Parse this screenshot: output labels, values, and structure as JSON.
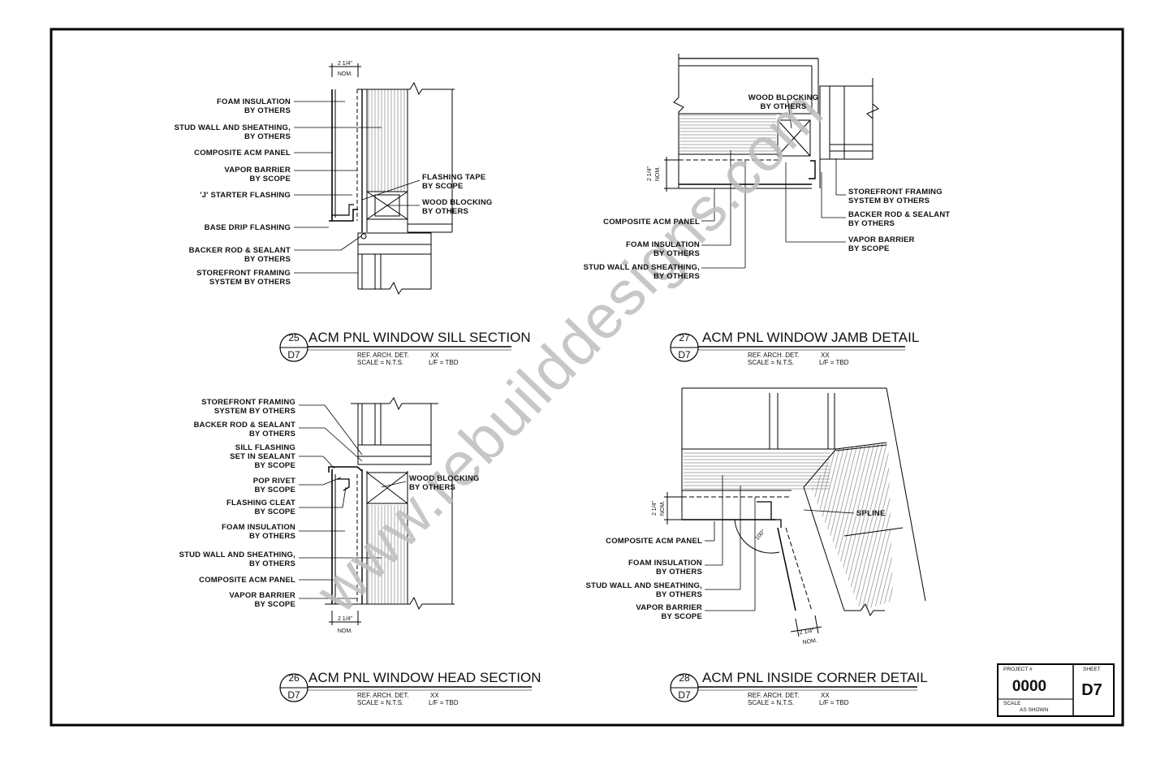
{
  "watermark": "www.rebuilddesigns.com",
  "details": [
    {
      "num": "25",
      "sheet": "D7",
      "title": "ACM PNL WINDOW SILL SECTION",
      "ref_label": "REF. ARCH. DET.",
      "ref_value": "XX",
      "scale_label": "SCALE = N.T.S.",
      "lf_label": "L/F = TBD",
      "dim": "2 1/4\"",
      "dim_sub": "NOM.",
      "labels_left": [
        [
          "FOAM INSULATION",
          "BY OTHERS"
        ],
        [
          "STUD WALL AND SHEATHING,",
          "BY OTHERS"
        ],
        [
          "COMPOSITE ACM PANEL"
        ],
        [
          "VAPOR BARRIER",
          "BY SCOPE"
        ],
        [
          "'J' STARTER FLASHING"
        ],
        [
          "BASE DRIP FLASHING"
        ],
        [
          "BACKER ROD & SEALANT",
          "BY OTHERS"
        ],
        [
          "STOREFRONT FRAMING",
          "SYSTEM BY OTHERS"
        ]
      ],
      "labels_right": [
        [
          "FLASHING TAPE",
          "BY SCOPE"
        ],
        [
          "WOOD BLOCKING",
          "BY OTHERS"
        ]
      ]
    },
    {
      "num": "27",
      "sheet": "D7",
      "title": "ACM PNL WINDOW JAMB DETAIL",
      "ref_label": "REF. ARCH. DET.",
      "ref_value": "XX",
      "scale_label": "SCALE = N.T.S.",
      "lf_label": "L/F = TBD",
      "dim": "2 1/4\"",
      "dim_sub": "NOM.",
      "labels_left": [
        [
          "COMPOSITE ACM PANEL"
        ],
        [
          "FOAM INSULATION",
          "BY OTHERS"
        ],
        [
          "STUD WALL AND SHEATHING,",
          "BY OTHERS"
        ]
      ],
      "labels_top": [
        [
          "WOOD BLOCKING",
          "BY OTHERS"
        ]
      ],
      "labels_right": [
        [
          "STOREFRONT FRAMING",
          "SYSTEM BY OTHERS"
        ],
        [
          "BACKER ROD & SEALANT",
          "BY OTHERS"
        ],
        [
          "VAPOR BARRIER",
          "BY SCOPE"
        ]
      ]
    },
    {
      "num": "26",
      "sheet": "D7",
      "title": "ACM PNL WINDOW HEAD SECTION",
      "ref_label": "REF. ARCH. DET.",
      "ref_value": "XX",
      "scale_label": "SCALE = N.T.S.",
      "lf_label": "L/F = TBD",
      "dim": "2 1/4\"",
      "dim_sub": "NOM.",
      "labels_left": [
        [
          "STOREFRONT FRAMING",
          "SYSTEM BY OTHERS"
        ],
        [
          "BACKER ROD & SEALANT",
          "BY OTHERS"
        ],
        [
          "SILL FLASHING",
          "SET IN SEALANT",
          "BY SCOPE"
        ],
        [
          "POP RIVET",
          "BY SCOPE"
        ],
        [
          "FLASHING CLEAT",
          "BY SCOPE"
        ],
        [
          "FOAM INSULATION",
          "BY OTHERS"
        ],
        [
          "STUD WALL AND SHEATHING,",
          "BY OTHERS"
        ],
        [
          "COMPOSITE ACM PANEL"
        ],
        [
          "VAPOR BARRIER",
          "BY SCOPE"
        ]
      ],
      "labels_right": [
        [
          "WOOD BLOCKING",
          "BY OTHERS"
        ]
      ]
    },
    {
      "num": "28",
      "sheet": "D7",
      "title": "ACM PNL INSIDE CORNER DETAIL",
      "ref_label": "REF. ARCH. DET.",
      "ref_value": "XX",
      "scale_label": "SCALE = N.T.S.",
      "lf_label": "L/F = TBD",
      "dim": "2 1/4\"",
      "dim_sub": "NOM.",
      "angle": "100°",
      "labels_left": [
        [
          "COMPOSITE ACM PANEL"
        ],
        [
          "FOAM INSULATION",
          "BY OTHERS"
        ],
        [
          "STUD WALL AND SHEATHING,",
          "BY OTHERS"
        ],
        [
          "VAPOR BARRIER",
          "BY SCOPE"
        ]
      ],
      "labels_right": [
        [
          "SPLINE"
        ]
      ]
    }
  ],
  "title_block": {
    "project_label": "PROJECT #",
    "project_number": "0000",
    "sheet_label": "SHEET",
    "sheet_number": "D7",
    "scale_label": "SCALE",
    "scale_value": "AS SHOWN"
  }
}
